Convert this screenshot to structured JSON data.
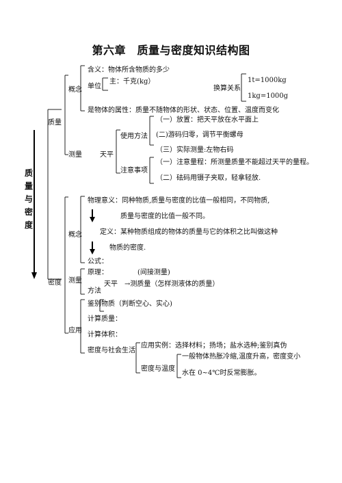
{
  "title": "第六章　质量与密度知识结构图",
  "root": [
    "质",
    "量",
    "与",
    "密",
    "度"
  ],
  "mass": {
    "label": "质量",
    "concept": {
      "label": "概念",
      "meaning": "含义：物体所含物质的多少",
      "unit_label": "单位",
      "unit_main": "主：千克(kg）",
      "conversion_label": "换算关系",
      "conv1": "1t=1000kg",
      "conv2": "1kg=1000g",
      "property": "是物体的属性：质量不随物体的形状、状态、位置、温度而变化"
    },
    "measure": {
      "label": "测量",
      "tool": "天平",
      "usage_label": "使用方法",
      "usage": [
        "（一）放置：把天平放在水平面上",
        "(二)游码归零，调节平衡螺母",
        "（三）实际测量:左物右码"
      ],
      "notes_label": "注意事项",
      "notes": [
        "（一）注意量程：所测量质量不能超过天平的量程。",
        "（二）砝码用镊子夹取，轻拿轻放."
      ]
    }
  },
  "density": {
    "label": "密度",
    "concept": {
      "label": "概念",
      "physical_meaning_1": "物理意义：同种物质,质量与密度的比值一般相同，不同物质,",
      "physical_meaning_2": "质量与密度的比值一般不同。",
      "definition_1": "定义：某种物质组成的物体的质量与它的体积之比叫做这种",
      "definition_2": "物质的密度.",
      "formula": "公式："
    },
    "measure": {
      "label": "测量",
      "principle": "原理：",
      "principle_note": "(间接测量)",
      "method_label": "方法",
      "method": "天平　→测质量（怎样测液体的质量）"
    },
    "application": {
      "label": "应用",
      "items": [
        "鉴别物质（判断空心、实心)",
        "计算质量：",
        "计算体积："
      ],
      "society_label": "密度与社会生活",
      "society_example": "应用实例：选择材料；扬场；盐水选种;鉴别真伪",
      "temp_label": "密度与温度",
      "temp_1": "一般物体热胀冷缩,温度升高，密度变小",
      "temp_2": "水在 0~4℃时反常膨胀。"
    }
  }
}
